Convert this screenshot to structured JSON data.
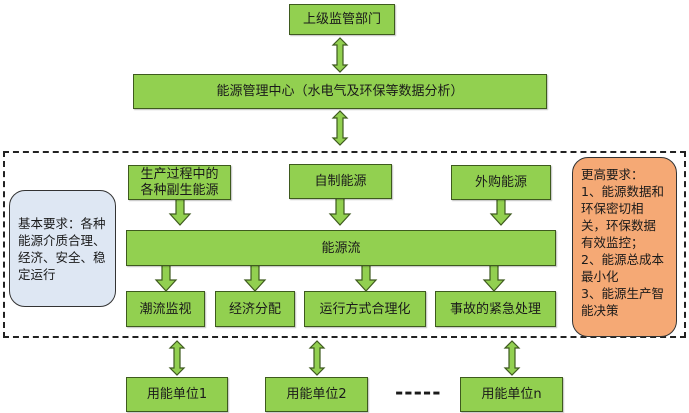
{
  "top": {
    "supervisor": "上级监管部门",
    "center": "能源管理中心（水电气及环保等数据分析）"
  },
  "sources": [
    "生产过程中的各种副生能源",
    "自制能源",
    "外购能源"
  ],
  "source_lines": {
    "byproduct_1": "生产过程中的",
    "byproduct_2": "各种副生能源"
  },
  "flow": "能源流",
  "functions": [
    "潮流监视",
    "经济分配",
    "运行方式合理化",
    "事故的紧急处理"
  ],
  "basic_requirement": "基本要求：各种能源介质合理、经济、安全、稳定运行",
  "higher_requirement": {
    "title": "更高要求：",
    "items": [
      "1、能源数据和环保密切相关，环保数据有效监控；",
      "2、能源总成本最小化",
      "3、能源生产智能决策"
    ]
  },
  "units": [
    "用能单位1",
    "用能单位2",
    "用能单位n"
  ],
  "ellipsis": "-----",
  "colors": {
    "box_fill": "#92d050",
    "box_border": "#3e5a1e",
    "basic_note": "#dee7f3",
    "high_note": "#f5a975"
  }
}
